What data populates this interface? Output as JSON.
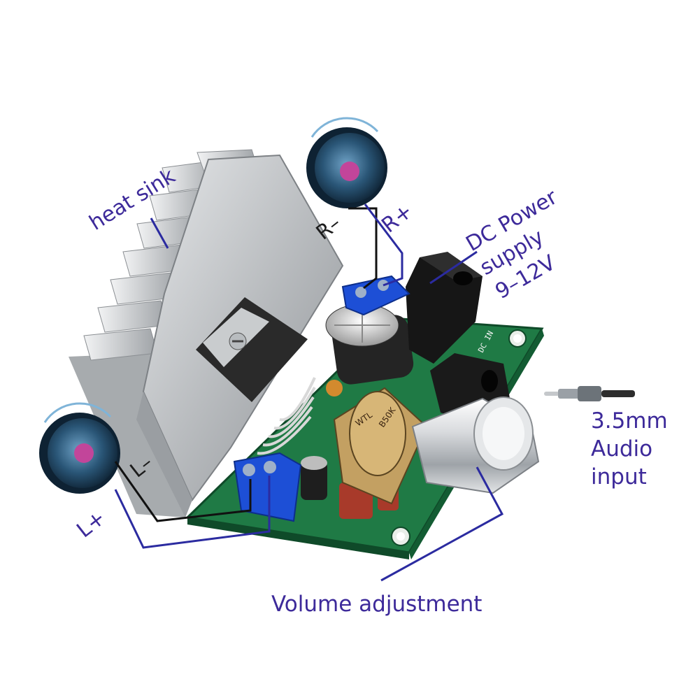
{
  "labels": {
    "heat_sink": "heat sink",
    "r_minus": "R–",
    "r_plus": "R+",
    "l_minus": "L–",
    "l_plus": "L+",
    "dc_power": [
      "DC Power",
      "supply",
      "9–12V"
    ],
    "audio_input": [
      "3.5mm",
      "Audio",
      "input"
    ],
    "volume": "Volume adjustment"
  },
  "pcb_markings": {
    "dc_in": "DC IN",
    "pot_code": "B50K",
    "pot_brand": "WTL"
  },
  "colors": {
    "label_text": "#3d2a9a",
    "leader_line_blue": "#2b2ba0",
    "leader_line_black": "#111111",
    "pcb_green": "#1f7a45",
    "heatsink": "#c8cacc",
    "terminal_blue": "#1d4fd6",
    "speaker_cone": "#1b3954",
    "speaker_center": "#c2459a"
  },
  "icons": [
    "speaker-icon",
    "audio-jack-plug-icon"
  ]
}
